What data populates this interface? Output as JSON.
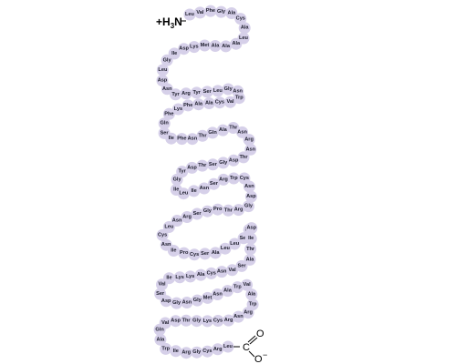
{
  "n_terminus": {
    "main": "+H",
    "sub": "3",
    "tail": "N"
  },
  "c_terminus": {
    "carbon": "C",
    "oxygen_top": "O",
    "oxygen_bottom": "O",
    "charge": "−"
  },
  "colors": {
    "bead": "#d6d0e9",
    "label": "#1b1b2a"
  },
  "residues": [
    "Leu",
    "Val",
    "Phe",
    "Gly",
    "Ala",
    "Cys",
    "Ala",
    "Leu",
    "Ala",
    "Ala",
    "Ala",
    "Met",
    "Lys",
    "Asp",
    "Ile",
    "Gly",
    "Leu",
    "Asp",
    "Asn",
    "Tyr",
    "Arg",
    "Tyr",
    "Ser",
    "Leu",
    "Gly",
    "Asn",
    "Trp",
    "Val",
    "Cys",
    "Ala",
    "Ala",
    "Phe",
    "Lys",
    "Phe",
    "Gln",
    "Ser",
    "Ile",
    "Phe",
    "Asn",
    "Thr",
    "Gln",
    "Ala",
    "Thr",
    "Asn",
    "Arg",
    "Asn",
    "Thr",
    "Asp",
    "Gly",
    "Ser",
    "Thr",
    "Asp",
    "Tyr",
    "Gly",
    "Ile",
    "Leu",
    "Ile",
    "Asn",
    "Ser",
    "Arg",
    "Trp",
    "Cys",
    "Asn",
    "Asp",
    "Gly",
    "Arg",
    "Thr",
    "Pro",
    "Gly",
    "Ser",
    "Arg",
    "Asn",
    "Leu",
    "Cys",
    "Asn",
    "Ile",
    "Pro",
    "Cys",
    "Ser",
    "Ala",
    "Leu",
    "Leu",
    "Ser",
    "Ser",
    "Asp",
    "Ile",
    "Thr",
    "Ala",
    "Ser",
    "Val",
    "Asn",
    "Cys",
    "Ala",
    "Lys",
    "Lys",
    "Ile",
    "Val",
    "Ser",
    "Asp",
    "Gly",
    "Asn",
    "Gly",
    "Met",
    "Asn",
    "Ala",
    "Trp",
    "Val",
    "Ala",
    "Trp",
    "Arg",
    "Asn",
    "Arg",
    "Cys",
    "Lys",
    "Gly",
    "Thr",
    "Asp",
    "Val",
    "Gln",
    "Ala",
    "Trp",
    "Ile",
    "Arg",
    "Gly",
    "Cys",
    "Arg",
    "Leu"
  ]
}
